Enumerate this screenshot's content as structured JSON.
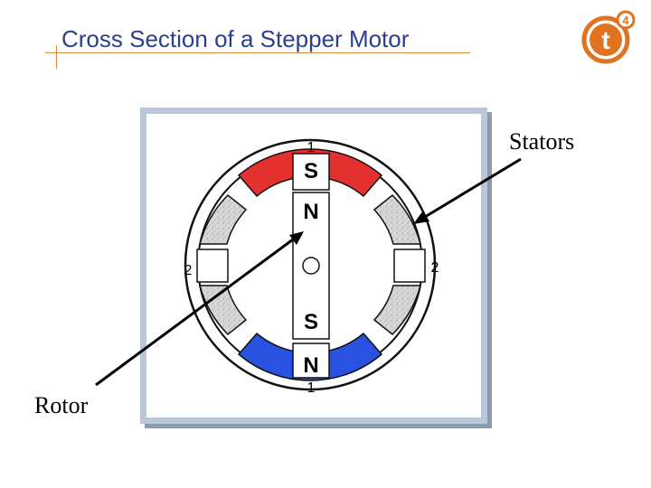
{
  "slide": {
    "title": "Cross Section of a Stepper Motor",
    "logo_text": "t",
    "logo_superscript": "4"
  },
  "diagram": {
    "stator_pole_1_top_label": "1",
    "stator_pole_1_bottom_label": "1",
    "stator_pole_2_left_label": "2",
    "stator_pole_2_right_label": "2",
    "stator_top_polarity": "S",
    "stator_bottom_polarity": "N",
    "rotor_top_polarity": "N",
    "rotor_bottom_polarity": "S"
  },
  "callouts": {
    "stators": "Stators",
    "rotor": "Rotor"
  },
  "colors": {
    "title": "#2a3f8f",
    "accent_rule": "#d9893a",
    "pole_red": "#e53030",
    "pole_blue": "#2a52e0",
    "stator_gray": "#d4d4d4",
    "panel_border": "#b9c7d9",
    "logo_orange": "#e0731f"
  }
}
